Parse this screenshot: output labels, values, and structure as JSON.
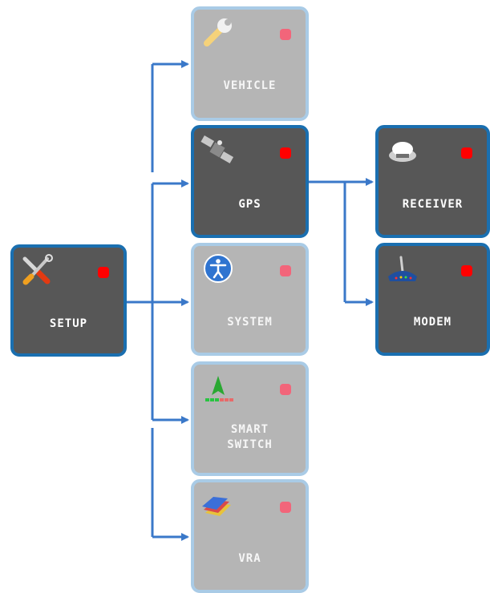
{
  "diagram": {
    "root": {
      "label": "SETUP",
      "state": "active",
      "icon": "setup-tools-icon"
    },
    "categories": [
      {
        "label": "VEHICLE",
        "state": "inactive",
        "icon": "wrench-icon"
      },
      {
        "label": "GPS",
        "state": "active",
        "icon": "satellite-icon"
      },
      {
        "label": "SYSTEM",
        "state": "inactive",
        "icon": "accessibility-icon"
      },
      {
        "label": "SMART\nSWITCH",
        "state": "inactive",
        "icon": "smart-switch-icon"
      },
      {
        "label": "VRA",
        "state": "inactive",
        "icon": "layers-icon"
      }
    ],
    "gps_children": [
      {
        "label": "RECEIVER",
        "state": "active",
        "icon": "receiver-icon"
      },
      {
        "label": "MODEM",
        "state": "active",
        "icon": "modem-icon"
      }
    ]
  },
  "colors": {
    "active_tile": "#575757",
    "active_border": "#1a6fb0",
    "inactive_tile": "#b5b5b5",
    "inactive_border": "#a9cbe6",
    "status_led": "#ff0000",
    "status_led_dim": "#f2657a",
    "connector": "#3a78c9"
  }
}
